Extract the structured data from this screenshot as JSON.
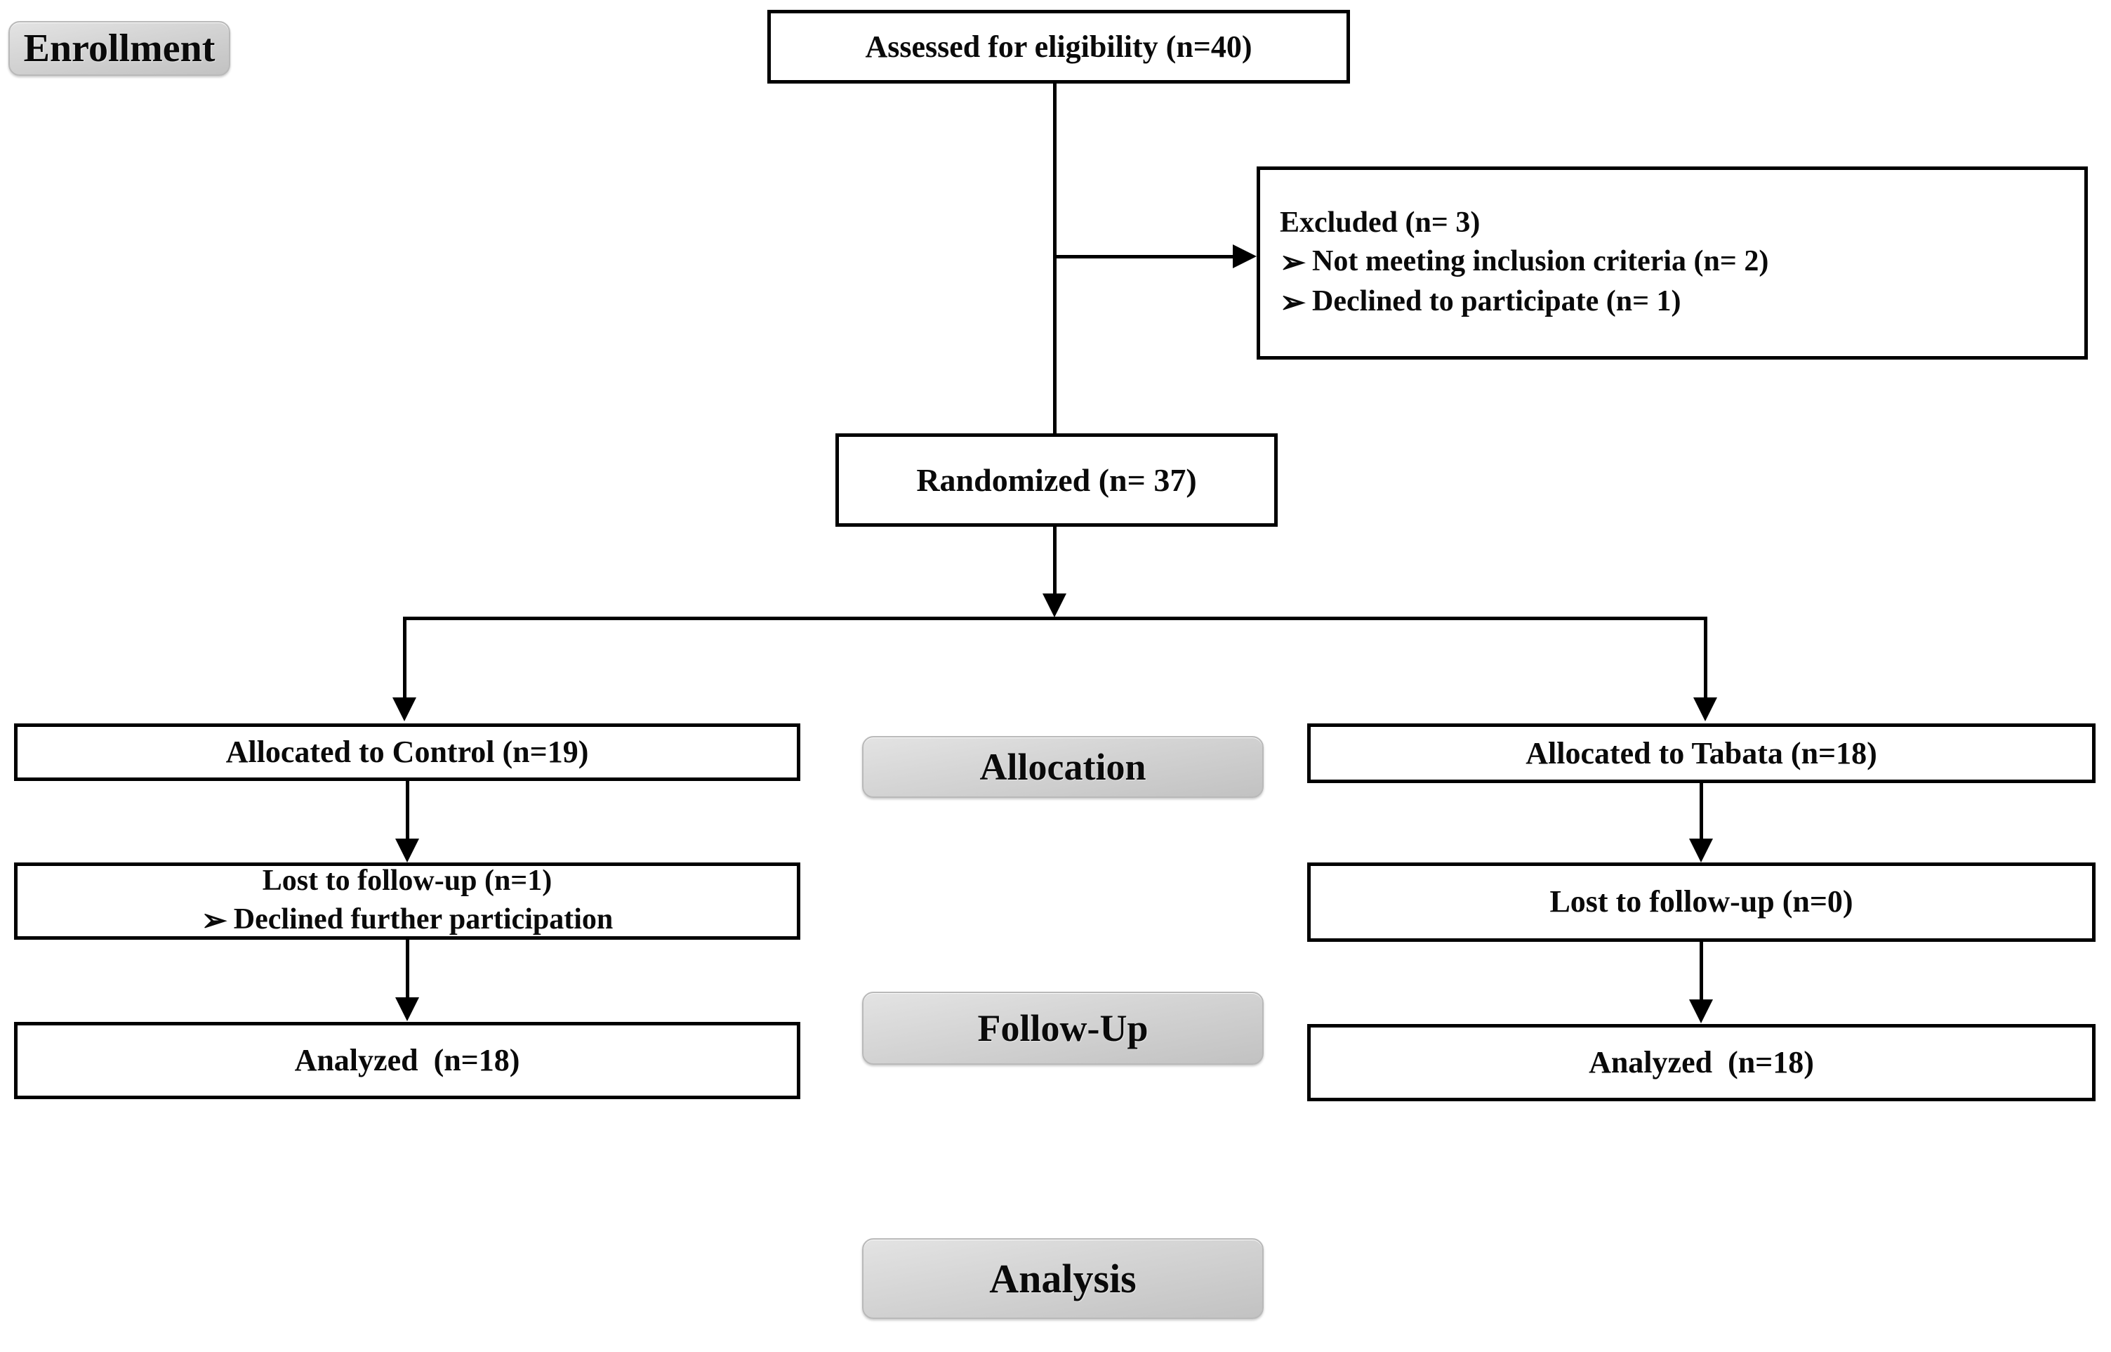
{
  "diagram": {
    "title": "CONSORT participant flow diagram",
    "accent_box_fill": "#ffffff",
    "accent_box_border": "#000000",
    "stage_label_fill": "#d4d4d4",
    "stage_label_border": "#b9b9b9",
    "text_color": "#0a0a0a",
    "bullet_glyph": "➢"
  },
  "stages": [
    {
      "id": "enrollment",
      "label": "Enrollment"
    },
    {
      "id": "allocation",
      "label": "Allocation"
    },
    {
      "id": "followup",
      "label": "Follow-Up"
    },
    {
      "id": "analysis",
      "label": "Analysis"
    }
  ],
  "nodes": {
    "assessed": {
      "lines": [
        "Assessed for eligibility (n=40)"
      ]
    },
    "excluded": {
      "heading": "Excluded (n= 3)",
      "bullets": [
        "Not meeting inclusion criteria (n= 2)",
        "Declined to participate (n= 1)"
      ]
    },
    "randomized": {
      "lines": [
        "Randomized (n= 37)"
      ]
    },
    "allocated_control": {
      "lines": [
        "Allocated to Control (n=19)"
      ]
    },
    "allocated_tabata": {
      "lines": [
        "Allocated to Tabata (n=18)"
      ]
    },
    "lost_control": {
      "heading": "Lost to follow-up (n=1)",
      "bullets": [
        "Declined further participation"
      ]
    },
    "lost_tabata": {
      "lines": [
        "Lost to follow-up (n=0)"
      ]
    },
    "analyzed_control": {
      "lines": [
        "Analyzed  (n=18)"
      ]
    },
    "analyzed_tabata": {
      "lines": [
        "Analyzed  (n=18)"
      ]
    }
  }
}
